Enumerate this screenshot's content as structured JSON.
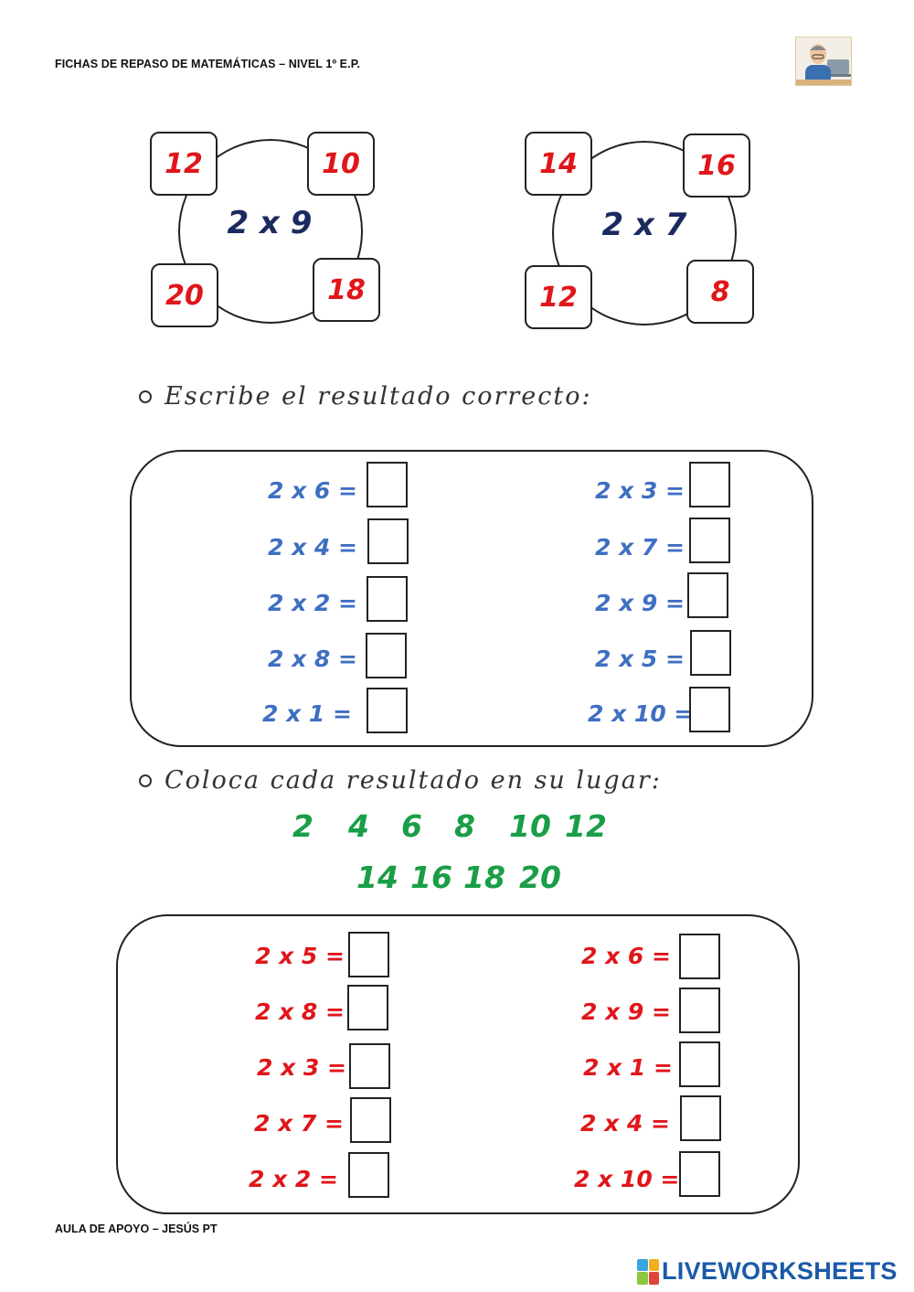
{
  "header": {
    "title": "FICHAS DE REPASO DE MATEMÁTICAS – NIVEL 1º E.P."
  },
  "circles": [
    {
      "operation": "2 x 9",
      "numbers": [
        "12",
        "10",
        "20",
        "18"
      ]
    },
    {
      "operation": "2 x 7",
      "numbers": [
        "14",
        "16",
        "12",
        "8"
      ]
    }
  ],
  "section1": {
    "instruction": "Escribe el resultado correcto:",
    "left": [
      "2 x 6 =",
      "2 x 4 =",
      "2 x 2 =",
      "2 x 8 =",
      "2 x 1 ="
    ],
    "right": [
      "2 x 3 =",
      "2 x 7 =",
      "2 x 9 =",
      "2 x 5 =",
      "2 x 10 ="
    ]
  },
  "section2": {
    "instruction": "Coloca cada resultado en su lugar:",
    "bank": [
      "2",
      "4",
      "6",
      "8",
      "10",
      "12",
      "14",
      "16",
      "18",
      "20"
    ],
    "left": [
      "2 x 5 =",
      "2 x 8 =",
      "2 x 3 =",
      "2 x 7 =",
      "2 x 2 ="
    ],
    "right": [
      "2 x 6 =",
      "2 x 9 =",
      "2 x 1 =",
      "2 x 4 =",
      "2 x 10 ="
    ]
  },
  "footer": {
    "text": "AULA DE APOYO – JESÚS PT"
  },
  "brand": {
    "name": "LIVEWORKSHEETS",
    "color": "#1b5aa8"
  },
  "colors": {
    "operation": "#1b2a5e",
    "circle_numbers": "#e0161a",
    "blue_equations": "#3f6fc2",
    "red_equations": "#e0161a",
    "bank_numbers": "#1a9e47"
  }
}
